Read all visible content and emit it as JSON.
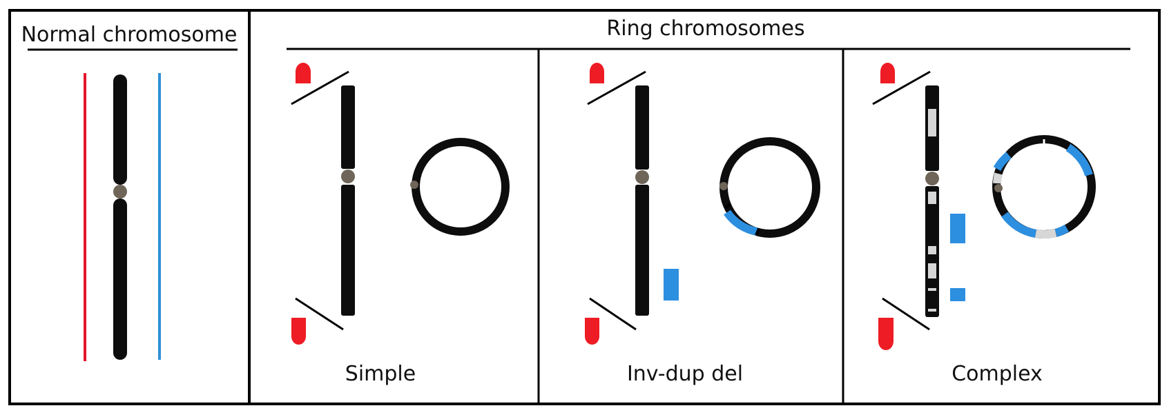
{
  "normal": {
    "title": "Normal chromosome"
  },
  "ring": {
    "title": "Ring chromosomes",
    "panels": [
      {
        "label": "Simple"
      },
      {
        "label": "Inv-dup del"
      },
      {
        "label": "Complex"
      }
    ]
  },
  "colors": {
    "chromosome": "#0d0d0d",
    "centromere": "#6f6559",
    "deleted_segment": "#ee1c24",
    "duplicated_segment": "#2d8fe0",
    "normal_left_line": "#e2162b",
    "normal_right_line": "#2f8fd6",
    "band_light": "#d7d7d7"
  }
}
